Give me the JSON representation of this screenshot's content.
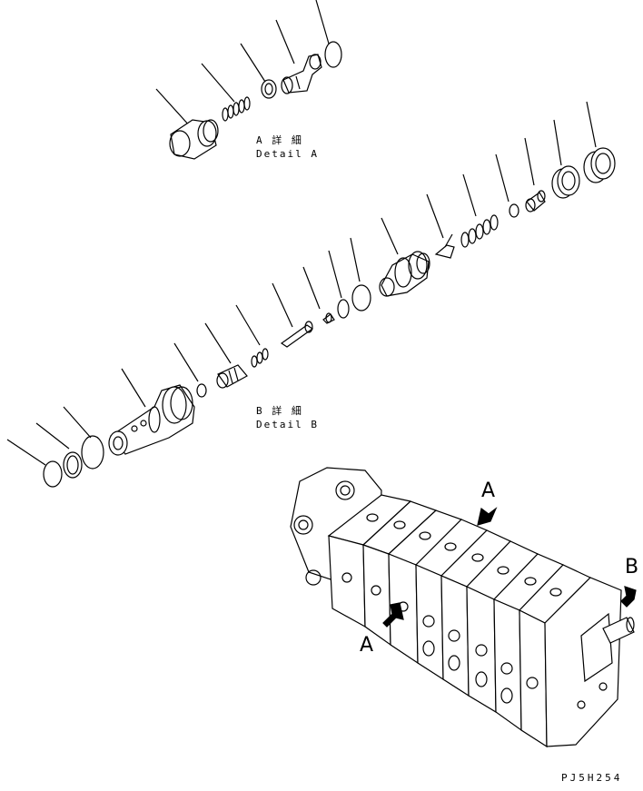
{
  "detail_a": {
    "jp": "A 詳 細",
    "en": "Detail A"
  },
  "detail_b": {
    "jp": "B 詳 細",
    "en": "Detail B"
  },
  "callouts": {
    "a_top": "A",
    "a_left": "A",
    "b_right": "B"
  },
  "figure_code": "PJ5H254"
}
